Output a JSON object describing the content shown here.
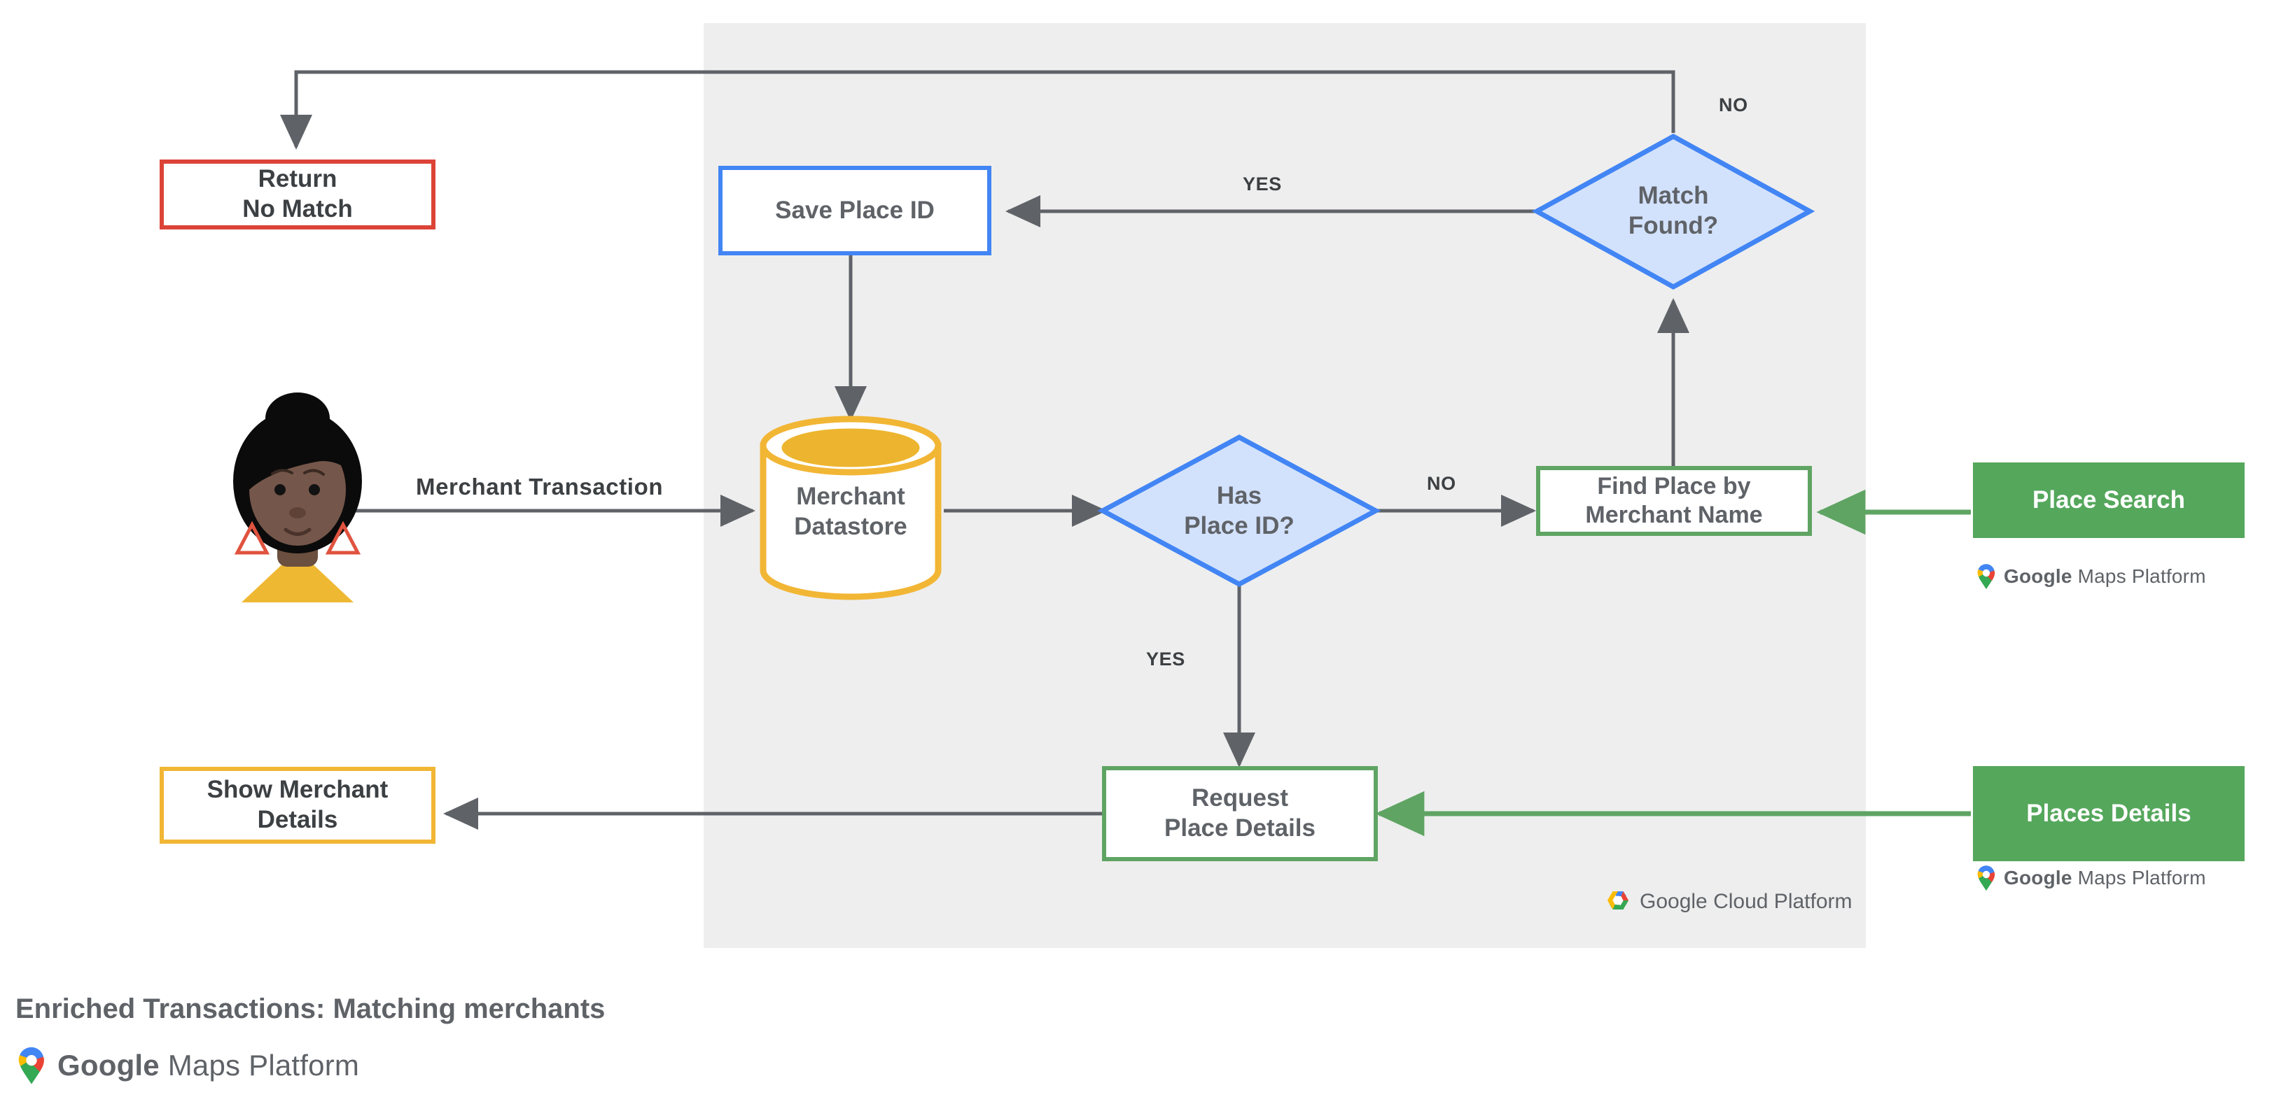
{
  "diagram": {
    "caption": "Enriched Transactions: Matching merchants",
    "panel_label": "google-cloud-platform-region",
    "colors": {
      "panel_bg": "#EEEEEE",
      "red": "#DB4437",
      "blue": "#4285F4",
      "blue_fill": "#D3E2FC",
      "green": "#5FA463",
      "green_solid": "#55A75C",
      "yellow": "#F2B635",
      "arrow_gray": "#5F6368",
      "text_dark": "#3C4043",
      "text_gray": "#5F6368"
    },
    "nodes": {
      "return_no_match": "Return\nNo Match",
      "save_place_id": "Save Place ID",
      "match_found": "Match\nFound?",
      "merchant_datastore": "Merchant\nDatastore",
      "has_place_id": "Has\nPlace ID?",
      "find_place_by_merchant_name": "Find Place by\nMerchant Name",
      "place_search": "Place Search",
      "request_place_details": "Request\nPlace Details",
      "places_details": "Places Details",
      "show_merchant_details": "Show Merchant\nDetails",
      "actor": "merchant-user-avatar"
    },
    "edge_labels": {
      "merchant_transaction": "Merchant Transaction",
      "match_found_no": "NO",
      "match_found_yes": "YES",
      "has_place_id_no": "NO",
      "has_place_id_yes": "YES"
    },
    "logos": {
      "maps_platform_google": "Google",
      "maps_platform_rest": " Maps Platform",
      "cloud_platform_google": "Google",
      "cloud_platform_rest": " Cloud Platform"
    }
  }
}
